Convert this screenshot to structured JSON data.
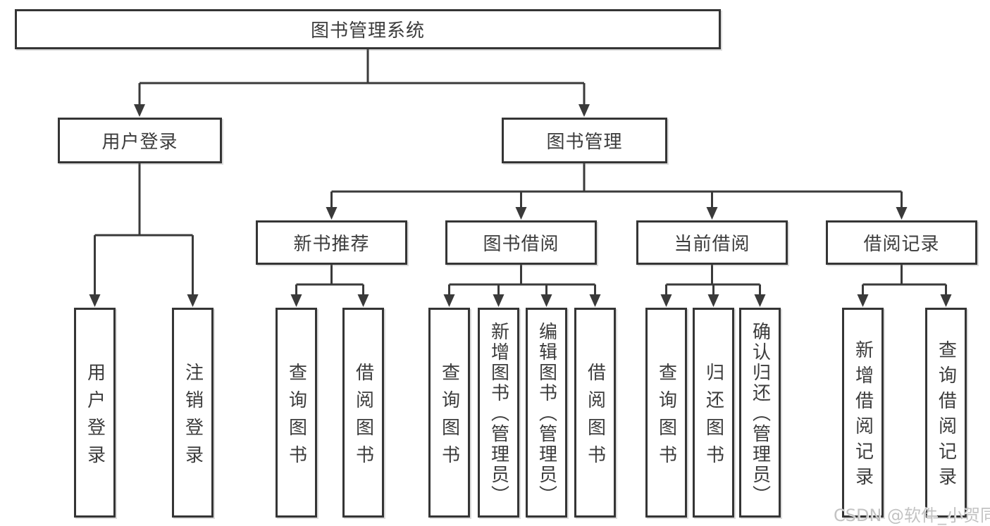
{
  "diagram": {
    "type": "hierarchy",
    "nodes": {
      "root": "图书管理系统",
      "user_login": "用户登录",
      "book_management": "图书管理",
      "new_book_recommend": "新书推荐",
      "book_borrow": "图书借阅",
      "current_borrow": "当前借阅",
      "borrow_records": "借阅记录",
      "leaf_user_login": "用户登录",
      "leaf_logout": "注销登录",
      "leaf_nb_query_books": "查询图书",
      "leaf_nb_borrow_books": "借阅图书",
      "leaf_bb_query_books": "查询图书",
      "leaf_bb_add_books_admin": "新增图书（管理员）",
      "leaf_bb_edit_books_admin": "编辑图书（管理员）",
      "leaf_bb_borrow_books": "借阅图书",
      "leaf_cb_query_books": "查询图书",
      "leaf_cb_return_books": "归还图书",
      "leaf_cb_confirm_return_admin": "确认归还（管理员）",
      "leaf_br_add_record": "新增借阅记录",
      "leaf_br_query_record": "查询借阅记录"
    },
    "edges": [
      [
        "root",
        "user_login"
      ],
      [
        "root",
        "book_management"
      ],
      [
        "user_login",
        "leaf_user_login"
      ],
      [
        "user_login",
        "leaf_logout"
      ],
      [
        "book_management",
        "new_book_recommend"
      ],
      [
        "book_management",
        "book_borrow"
      ],
      [
        "book_management",
        "current_borrow"
      ],
      [
        "book_management",
        "borrow_records"
      ],
      [
        "new_book_recommend",
        "leaf_nb_query_books"
      ],
      [
        "new_book_recommend",
        "leaf_nb_borrow_books"
      ],
      [
        "book_borrow",
        "leaf_bb_query_books"
      ],
      [
        "book_borrow",
        "leaf_bb_add_books_admin"
      ],
      [
        "book_borrow",
        "leaf_bb_edit_books_admin"
      ],
      [
        "book_borrow",
        "leaf_bb_borrow_books"
      ],
      [
        "current_borrow",
        "leaf_cb_query_books"
      ],
      [
        "current_borrow",
        "leaf_cb_return_books"
      ],
      [
        "current_borrow",
        "leaf_cb_confirm_return_admin"
      ],
      [
        "borrow_records",
        "leaf_br_add_record"
      ],
      [
        "borrow_records",
        "leaf_br_query_record"
      ]
    ],
    "line_color": "#3a3a3a"
  },
  "watermark": "CSDN @软件_小贺同学"
}
